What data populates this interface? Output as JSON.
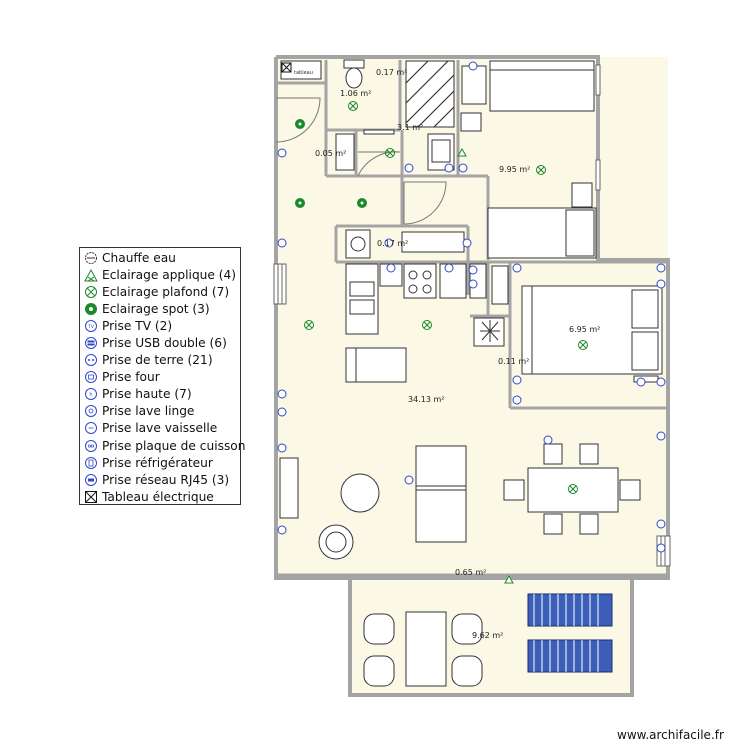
{
  "legend": {
    "items": [
      {
        "label": "Chauffe eau",
        "icon": "water-heater-icon"
      },
      {
        "label": "Eclairage applique (4)",
        "icon": "wall-light-icon"
      },
      {
        "label": "Eclairage plafond (7)",
        "icon": "ceiling-light-icon"
      },
      {
        "label": "Eclairage spot (3)",
        "icon": "spot-light-icon"
      },
      {
        "label": "Prise TV (2)",
        "icon": "tv-socket-icon"
      },
      {
        "label": "Prise USB double (6)",
        "icon": "usb-socket-icon"
      },
      {
        "label": "Prise de terre (21)",
        "icon": "earth-socket-icon"
      },
      {
        "label": "Prise four",
        "icon": "oven-socket-icon"
      },
      {
        "label": "Prise haute (7)",
        "icon": "high-socket-icon"
      },
      {
        "label": "Prise lave linge",
        "icon": "washer-socket-icon"
      },
      {
        "label": "Prise lave vaisselle",
        "icon": "dishwasher-socket-icon"
      },
      {
        "label": "Prise plaque de cuisson",
        "icon": "cooktop-socket-icon"
      },
      {
        "label": "Prise réfrigérateur",
        "icon": "fridge-socket-icon"
      },
      {
        "label": "Prise réseau RJ45 (3)",
        "icon": "rj45-socket-icon"
      },
      {
        "label": "Tableau électrique",
        "icon": "electrical-panel-icon"
      }
    ]
  },
  "areas": [
    {
      "id": "wc",
      "label": "1.06 m²"
    },
    {
      "id": "closet-top",
      "label": "0.17 m²"
    },
    {
      "id": "shower",
      "label": "3.1 m²"
    },
    {
      "id": "hall-closet",
      "label": "0.05 m²"
    },
    {
      "id": "bedroom1",
      "label": "9.95 m²"
    },
    {
      "id": "closet-mid",
      "label": "0.17 m²"
    },
    {
      "id": "bedroom2",
      "label": "6.95 m²"
    },
    {
      "id": "closet-bed2",
      "label": "0.11 m²"
    },
    {
      "id": "living",
      "label": "34.13 m²"
    },
    {
      "id": "corridor",
      "label": "0.65 m²"
    },
    {
      "id": "terrace",
      "label": "9.62 m²"
    }
  ],
  "watermark": "www.archifacile.fr",
  "colors": {
    "floor": "#fbf8e6",
    "wall": "#a4a4a4",
    "socket": "#2e49c9",
    "light": "#1a8a2a",
    "bed": "#3b5fb8"
  }
}
